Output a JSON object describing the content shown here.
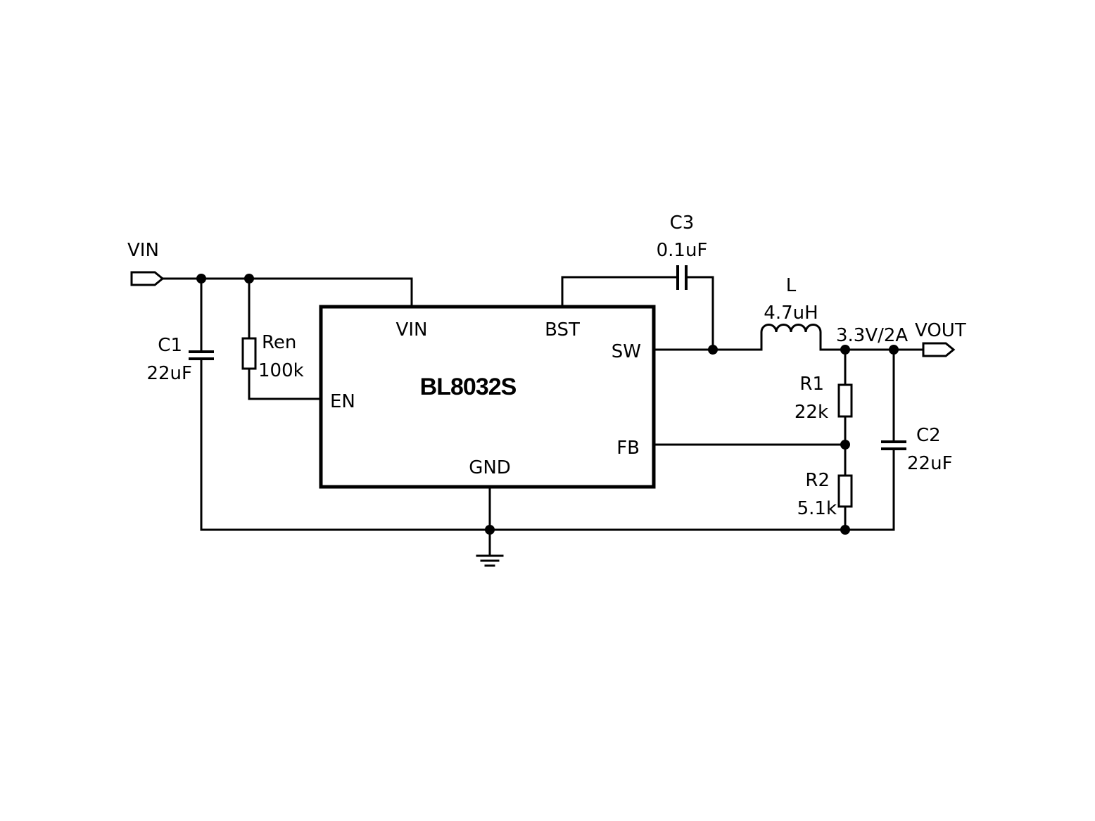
{
  "ic": {
    "name": "BL8032S",
    "pins": {
      "vin": "VIN",
      "bst": "BST",
      "sw": "SW",
      "en": "EN",
      "fb": "FB",
      "gnd": "GND"
    }
  },
  "ports": {
    "vin": "VIN",
    "vout": "VOUT"
  },
  "output_rating": "3.3V/2A",
  "components": {
    "c1": {
      "ref": "C1",
      "value": "22uF"
    },
    "ren": {
      "ref": "Ren",
      "value": "100k"
    },
    "c3": {
      "ref": "C3",
      "value": "0.1uF"
    },
    "l": {
      "ref": "L",
      "value": "4.7uH"
    },
    "r1": {
      "ref": "R1",
      "value": "22k"
    },
    "r2": {
      "ref": "R2",
      "value": "5.1k"
    },
    "c2": {
      "ref": "C2",
      "value": "22uF"
    }
  }
}
